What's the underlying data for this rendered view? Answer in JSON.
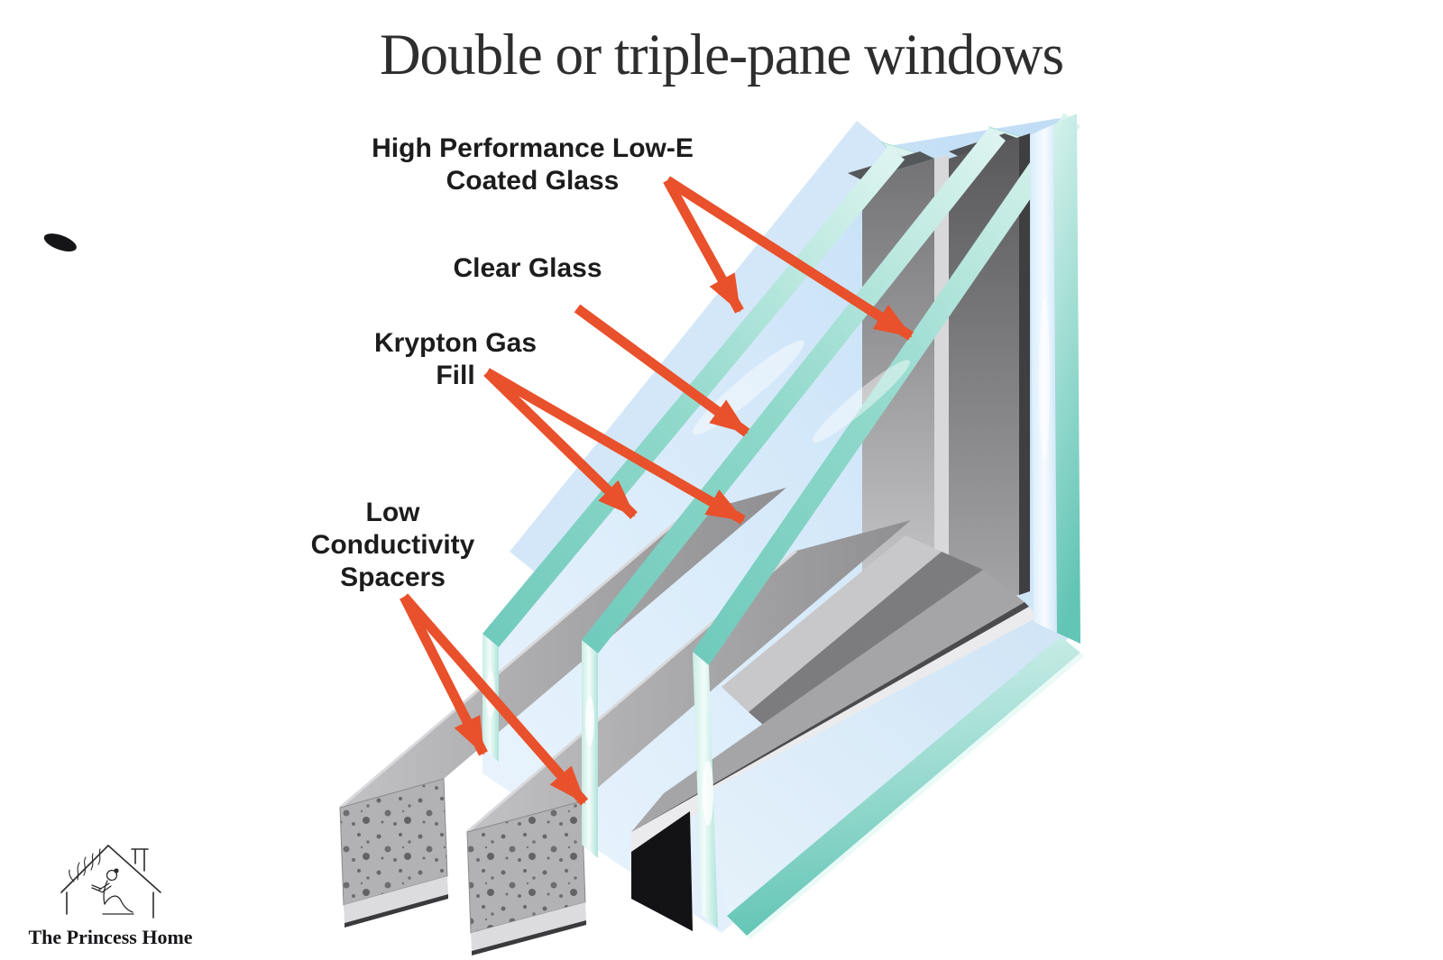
{
  "title": "Double or triple-pane windows",
  "labels": {
    "low_e": {
      "line1": "High Performance Low-E",
      "line2": "Coated Glass"
    },
    "clear": {
      "line1": "Clear Glass"
    },
    "krypton": {
      "line1": "Krypton Gas",
      "line2": "Fill"
    },
    "spacers": {
      "line1": "Low",
      "line2": "Conductivity",
      "line3": "Spacers"
    }
  },
  "logo": {
    "text": "The Princess Home"
  },
  "colors": {
    "background": "#ffffff",
    "title_text": "#2e2e2e",
    "label_text": "#1c1c1c",
    "arrow_orange": "#e8512b",
    "glass_edge_teal": "#7fd2c4",
    "glass_face_blue": "#cfe4f6",
    "glass_end_mint": "#d9f4ef",
    "frame_gray": "#a5a5a8",
    "frame_dark_gray": "#6b6b6e",
    "spacer_bar_gray": "#b2b2b4",
    "shadow_black": "#131315"
  }
}
